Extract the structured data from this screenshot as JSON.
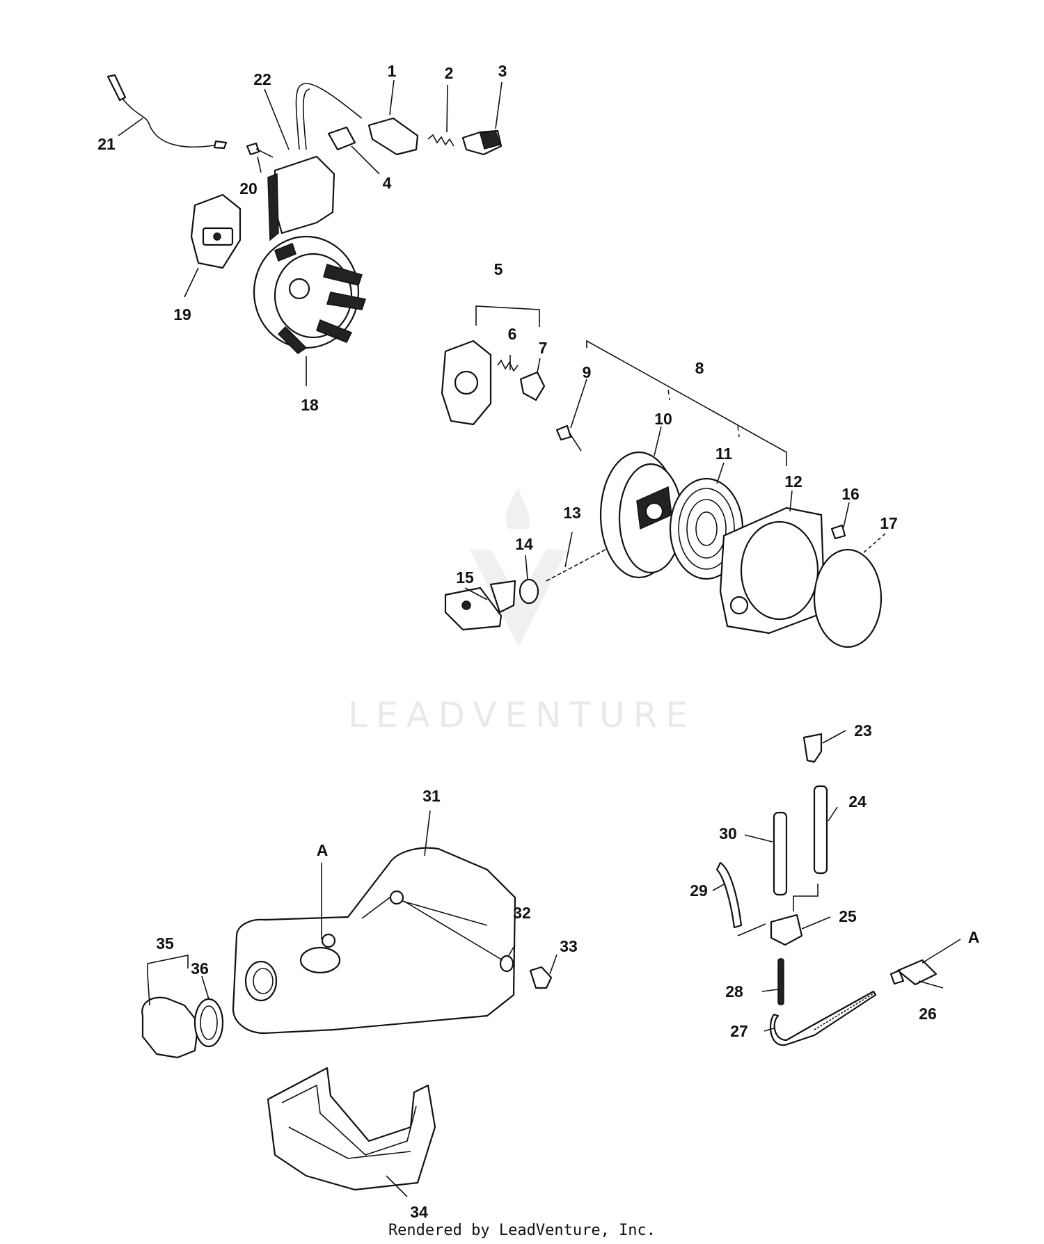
{
  "part_numbers": [
    "1",
    "2",
    "3",
    "4",
    "5",
    "6",
    "7",
    "8",
    "9",
    "10",
    "11",
    "12",
    "13",
    "14",
    "15",
    "16",
    "17",
    "18",
    "19",
    "20",
    "21",
    "22",
    "23",
    "24",
    "25",
    "26",
    "27",
    "28",
    "29",
    "30",
    "31",
    "32",
    "33",
    "34",
    "35",
    "36"
  ],
  "callout_a": "A",
  "watermark": "LEADVENTURE",
  "footer": "Rendered by LeadVenture, Inc."
}
